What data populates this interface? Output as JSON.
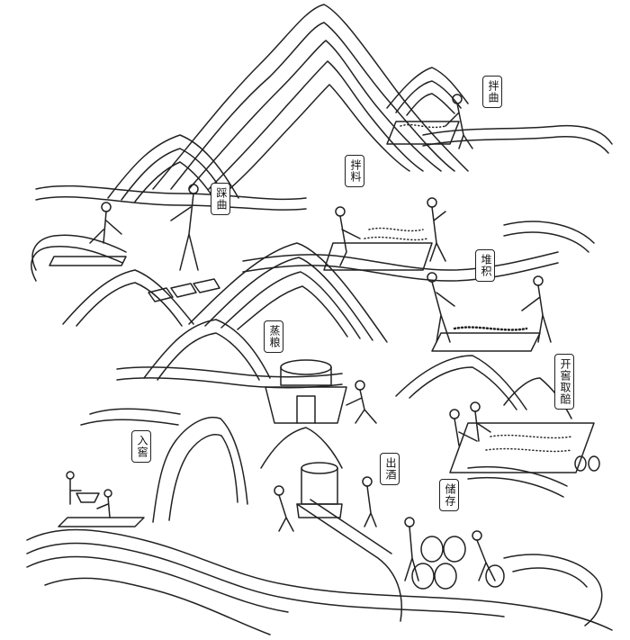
{
  "stages": [
    {
      "id": "ban-qu-1",
      "text": "拌曲"
    },
    {
      "id": "cai-qu",
      "text": "踩曲"
    },
    {
      "id": "ban-liao",
      "text": "拌料"
    },
    {
      "id": "dui-ji",
      "text": "堆积"
    },
    {
      "id": "zheng-liang",
      "text": "蒸粮"
    },
    {
      "id": "kai-jiao",
      "text": "开窖取醅"
    },
    {
      "id": "ru-jiao",
      "text": "入窖"
    },
    {
      "id": "chu-jiu",
      "text": "出酒"
    },
    {
      "id": "chu-cun",
      "text": "储存"
    }
  ],
  "colors": {
    "line": "#222222",
    "background": "#ffffff"
  }
}
